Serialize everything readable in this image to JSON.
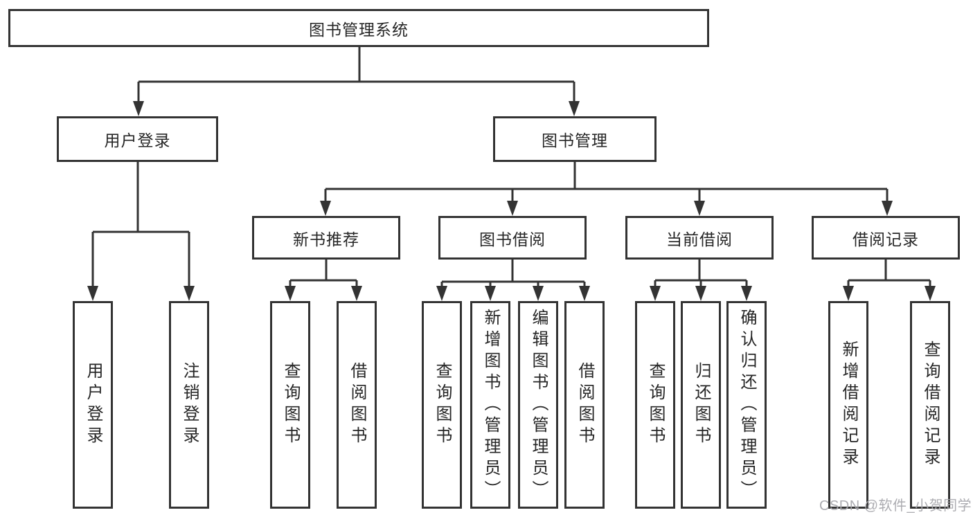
{
  "colors": {
    "line": "#333333",
    "border": "#333333",
    "text": "#262626",
    "watermark": "#a8a8ad",
    "background": "#ffffff"
  },
  "diagram": {
    "type": "hierarchy-tree",
    "title": "图书管理系统",
    "level2": [
      {
        "label": "用户登录"
      },
      {
        "label": "图书管理"
      }
    ],
    "level3": [
      {
        "label": "新书推荐"
      },
      {
        "label": "图书借阅"
      },
      {
        "label": "当前借阅"
      },
      {
        "label": "借阅记录"
      }
    ],
    "leaves": [
      {
        "label": "用户登录",
        "parent": "用户登录"
      },
      {
        "label": "注销登录",
        "parent": "用户登录"
      },
      {
        "label": "查询图书",
        "parent": "新书推荐"
      },
      {
        "label": "借阅图书",
        "parent": "新书推荐"
      },
      {
        "label": "查询图书",
        "parent": "图书借阅"
      },
      {
        "label": "新增图书（管理员）",
        "parent": "图书借阅"
      },
      {
        "label": "编辑图书（管理员）",
        "parent": "图书借阅"
      },
      {
        "label": "借阅图书",
        "parent": "图书借阅"
      },
      {
        "label": "查询图书",
        "parent": "当前借阅"
      },
      {
        "label": "归还图书",
        "parent": "当前借阅"
      },
      {
        "label": "确认归还（管理员）",
        "parent": "当前借阅"
      },
      {
        "label": "新增借阅记录",
        "parent": "借阅记录"
      },
      {
        "label": "查询借阅记录",
        "parent": "借阅记录"
      }
    ]
  },
  "watermark": {
    "text": "CSDN @软件_小贺同学"
  }
}
